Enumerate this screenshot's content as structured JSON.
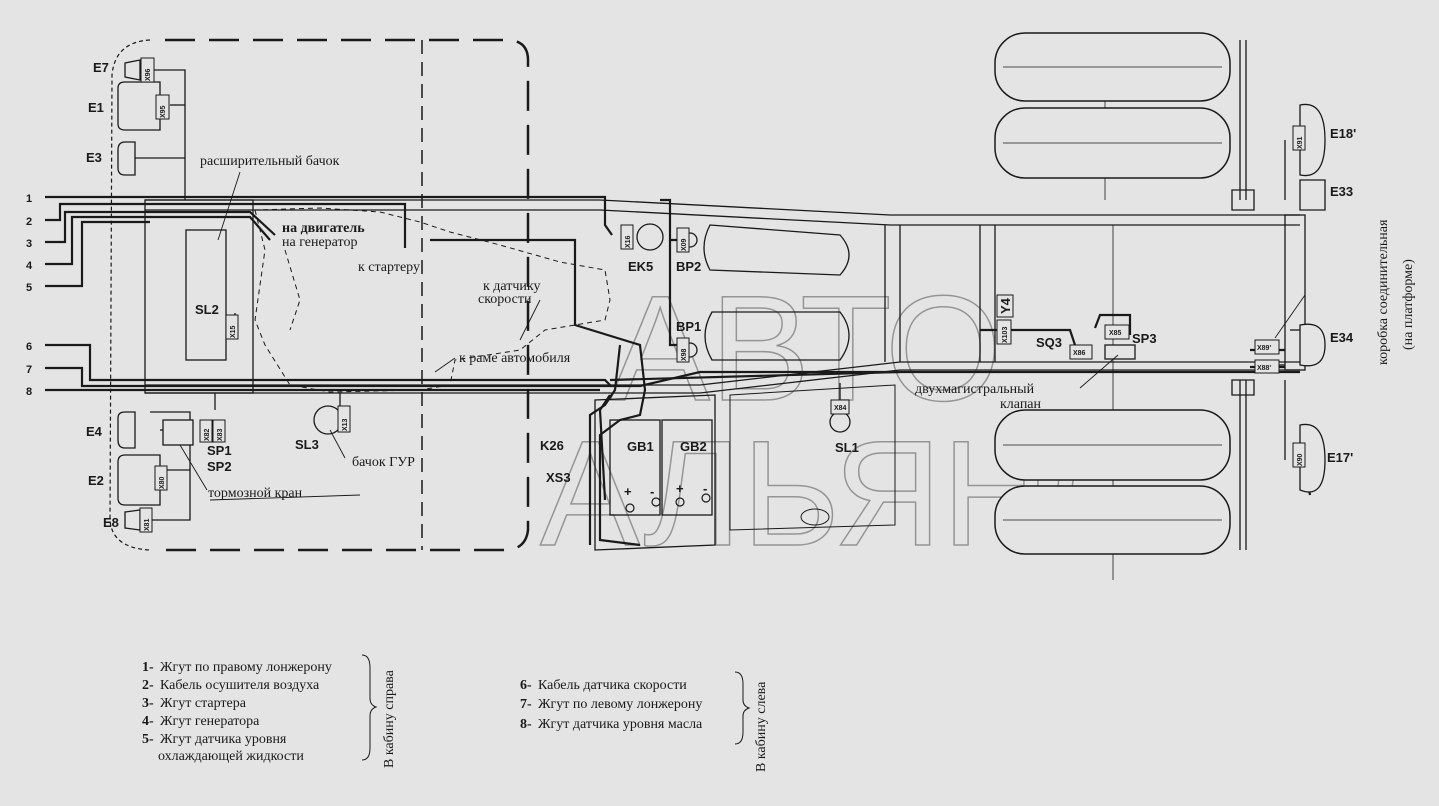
{
  "components": {
    "E7": "E7",
    "E1": "E1",
    "E3": "E3",
    "E4": "E4",
    "E2": "E2",
    "E8": "E8",
    "SL2": "SL2",
    "SL3": "SL3",
    "SL1": "SL1",
    "SP1": "SP1",
    "SP2": "SP2",
    "SP3": "SP3",
    "SQ3": "SQ3",
    "EK5": "EK5",
    "BP2": "BP2",
    "BP1": "BP1",
    "K26": "K26",
    "XS3": "XS3",
    "GB1": "GB1",
    "GB2": "GB2",
    "Y4": "Y4",
    "E18": "E18'",
    "E33": "E33",
    "E34": "E34",
    "E17": "E17'"
  },
  "connectors": {
    "x96a": "X96",
    "x95": "X95",
    "x15": "X15",
    "x13": "X13",
    "x82": "X82",
    "x83": "X83",
    "x80": "X80",
    "x81": "X81",
    "x16": "X16",
    "x09": "X09",
    "x98": "X98",
    "x84": "X84",
    "x103": "X103",
    "x86": "X86",
    "x85": "X85",
    "x91": "X91",
    "x89": "X89'",
    "x88": "X88'",
    "x90": "X90"
  },
  "wire_numbers": [
    "1",
    "2",
    "3",
    "4",
    "5",
    "6",
    "7",
    "8"
  ],
  "polarity": {
    "plus1": "+",
    "minus1": "-",
    "plus2": "+",
    "minus2": "-"
  },
  "labels": {
    "expansion_tank": "расширительный бачок",
    "to_engine": "на двигатель",
    "to_generator": "на генератор",
    "to_starter": "к стартеру",
    "to_speed_sensor_1": "к датчику",
    "to_speed_sensor_2": "скорости",
    "to_frame": "к раме автомобиля",
    "gur_tank": "бачок ГУР",
    "brake_valve": "тормозной кран",
    "two_circuit_1": "двухмагистральный",
    "two_circuit_2": "клапан",
    "junction_box_1": "коробка соединительная",
    "junction_box_2": "(на платформе)"
  },
  "legend": {
    "group_right": {
      "items": [
        {
          "num": "1-",
          "text": "Жгут по правому лонжерону"
        },
        {
          "num": "2-",
          "text": "Кабель осушителя воздуха"
        },
        {
          "num": "3-",
          "text": "Жгут стартера"
        },
        {
          "num": "4-",
          "text": "Жгут генератора"
        },
        {
          "num": "5-",
          "text": "Жгут датчика уровня"
        }
      ],
      "continuation": "охлаждающей жидкости",
      "caption": "В кабину справа"
    },
    "group_left": {
      "items": [
        {
          "num": "6-",
          "text": "Кабель датчика скорости"
        },
        {
          "num": "7-",
          "text": "Жгут по левому лонжерону"
        },
        {
          "num": "8-",
          "text": "Жгут датчика уровня масла"
        }
      ],
      "caption": "В кабину слева"
    }
  },
  "watermark": {
    "line1": "АВТО",
    "line2": "АЛЬЯНС"
  }
}
